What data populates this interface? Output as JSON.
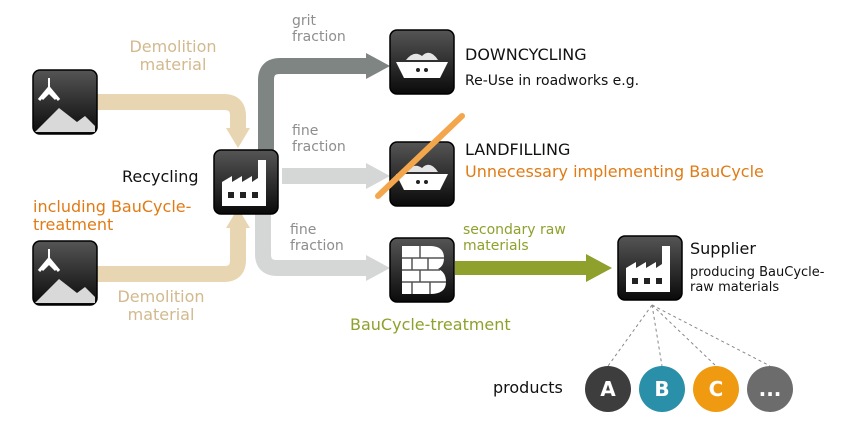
{
  "left": {
    "demolition_top_1": "Demolition",
    "demolition_top_2": "material",
    "demolition_bottom_1": "Demolition",
    "demolition_bottom_2": "material"
  },
  "recycling": {
    "title": "Recycling",
    "subtitle_1": "including BauCycle-",
    "subtitle_2": "treatment"
  },
  "flows": {
    "grit_1": "grit",
    "grit_2": "fraction",
    "fine1_1": "fine",
    "fine1_2": "fraction",
    "fine2_1": "fine",
    "fine2_2": "fraction",
    "secondary_1": "secondary raw",
    "secondary_2": "materials"
  },
  "downcycling": {
    "title": "DOWNCYCLING",
    "subtitle": "Re-Use in roadworks e.g."
  },
  "landfilling": {
    "title": "LANDFILLING",
    "subtitle": "Unnecessary implementing BauCycle"
  },
  "baucycle": {
    "label": "BauCycle-treatment"
  },
  "supplier": {
    "title": "Supplier",
    "subtitle_1": "producing BauCycle-",
    "subtitle_2": "raw materials"
  },
  "products": {
    "label": "products",
    "items": [
      {
        "name": "A",
        "color": "#3d3d3d"
      },
      {
        "name": "B",
        "color": "#2a8fa8"
      },
      {
        "name": "C",
        "color": "#ef9a10"
      },
      {
        "name": "...",
        "color": "#6c6c6c"
      }
    ]
  },
  "colors": {
    "tan": "#e8d6b2",
    "gray_dark": "#7f8583",
    "gray_light": "#d5d7d6",
    "olive": "#8fa02c",
    "orange": "#f3a64c"
  }
}
